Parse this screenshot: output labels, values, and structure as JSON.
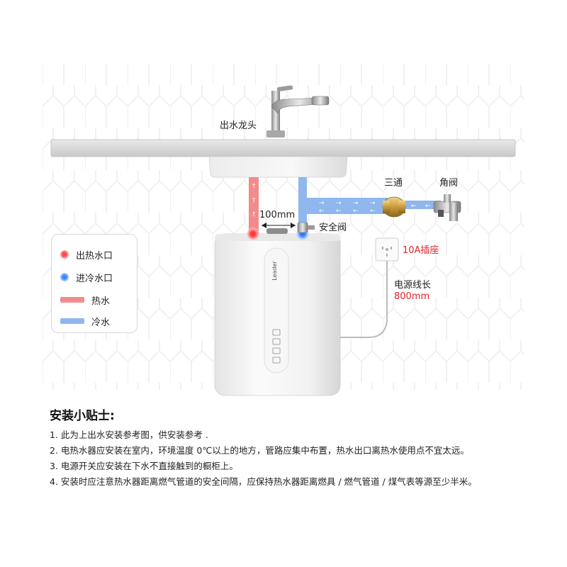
{
  "labels": {
    "faucet": "出水龙头",
    "tee": "三通",
    "angle_valve": "角阀",
    "distance": "100mm",
    "safety_valve": "安全阀",
    "socket": "10A插座",
    "cord_label": "电源线长",
    "cord_length": "800mm",
    "brand": "Leader"
  },
  "legend": [
    {
      "label": "出热水口",
      "kind": "hot-dot"
    },
    {
      "label": "进冷水口",
      "kind": "cold-dot"
    },
    {
      "label": "热水",
      "kind": "hot-pipe"
    },
    {
      "label": "冷水",
      "kind": "cold-pipe"
    }
  ],
  "tips": {
    "title": "安装小贴士:",
    "items": [
      "1. 此为上出水安装参考图，供安装参考 .",
      "2. 电热水器应安装在室内，环境温度 0℃以上的地方，管路应集中布置，热水出口离热水使用点不宜太远。",
      "3. 电源开关应安装在下水不直接触到的橱柜上。",
      "4. 安装时应注意热水器距离燃气管道的安全间隔，应保持热水器距离燃具 / 燃气管道 / 煤气表等源至少半米。"
    ]
  },
  "colors": {
    "hot": "#f28b8b",
    "cold": "#8fb7ee",
    "accent_red": "#e0262b"
  }
}
